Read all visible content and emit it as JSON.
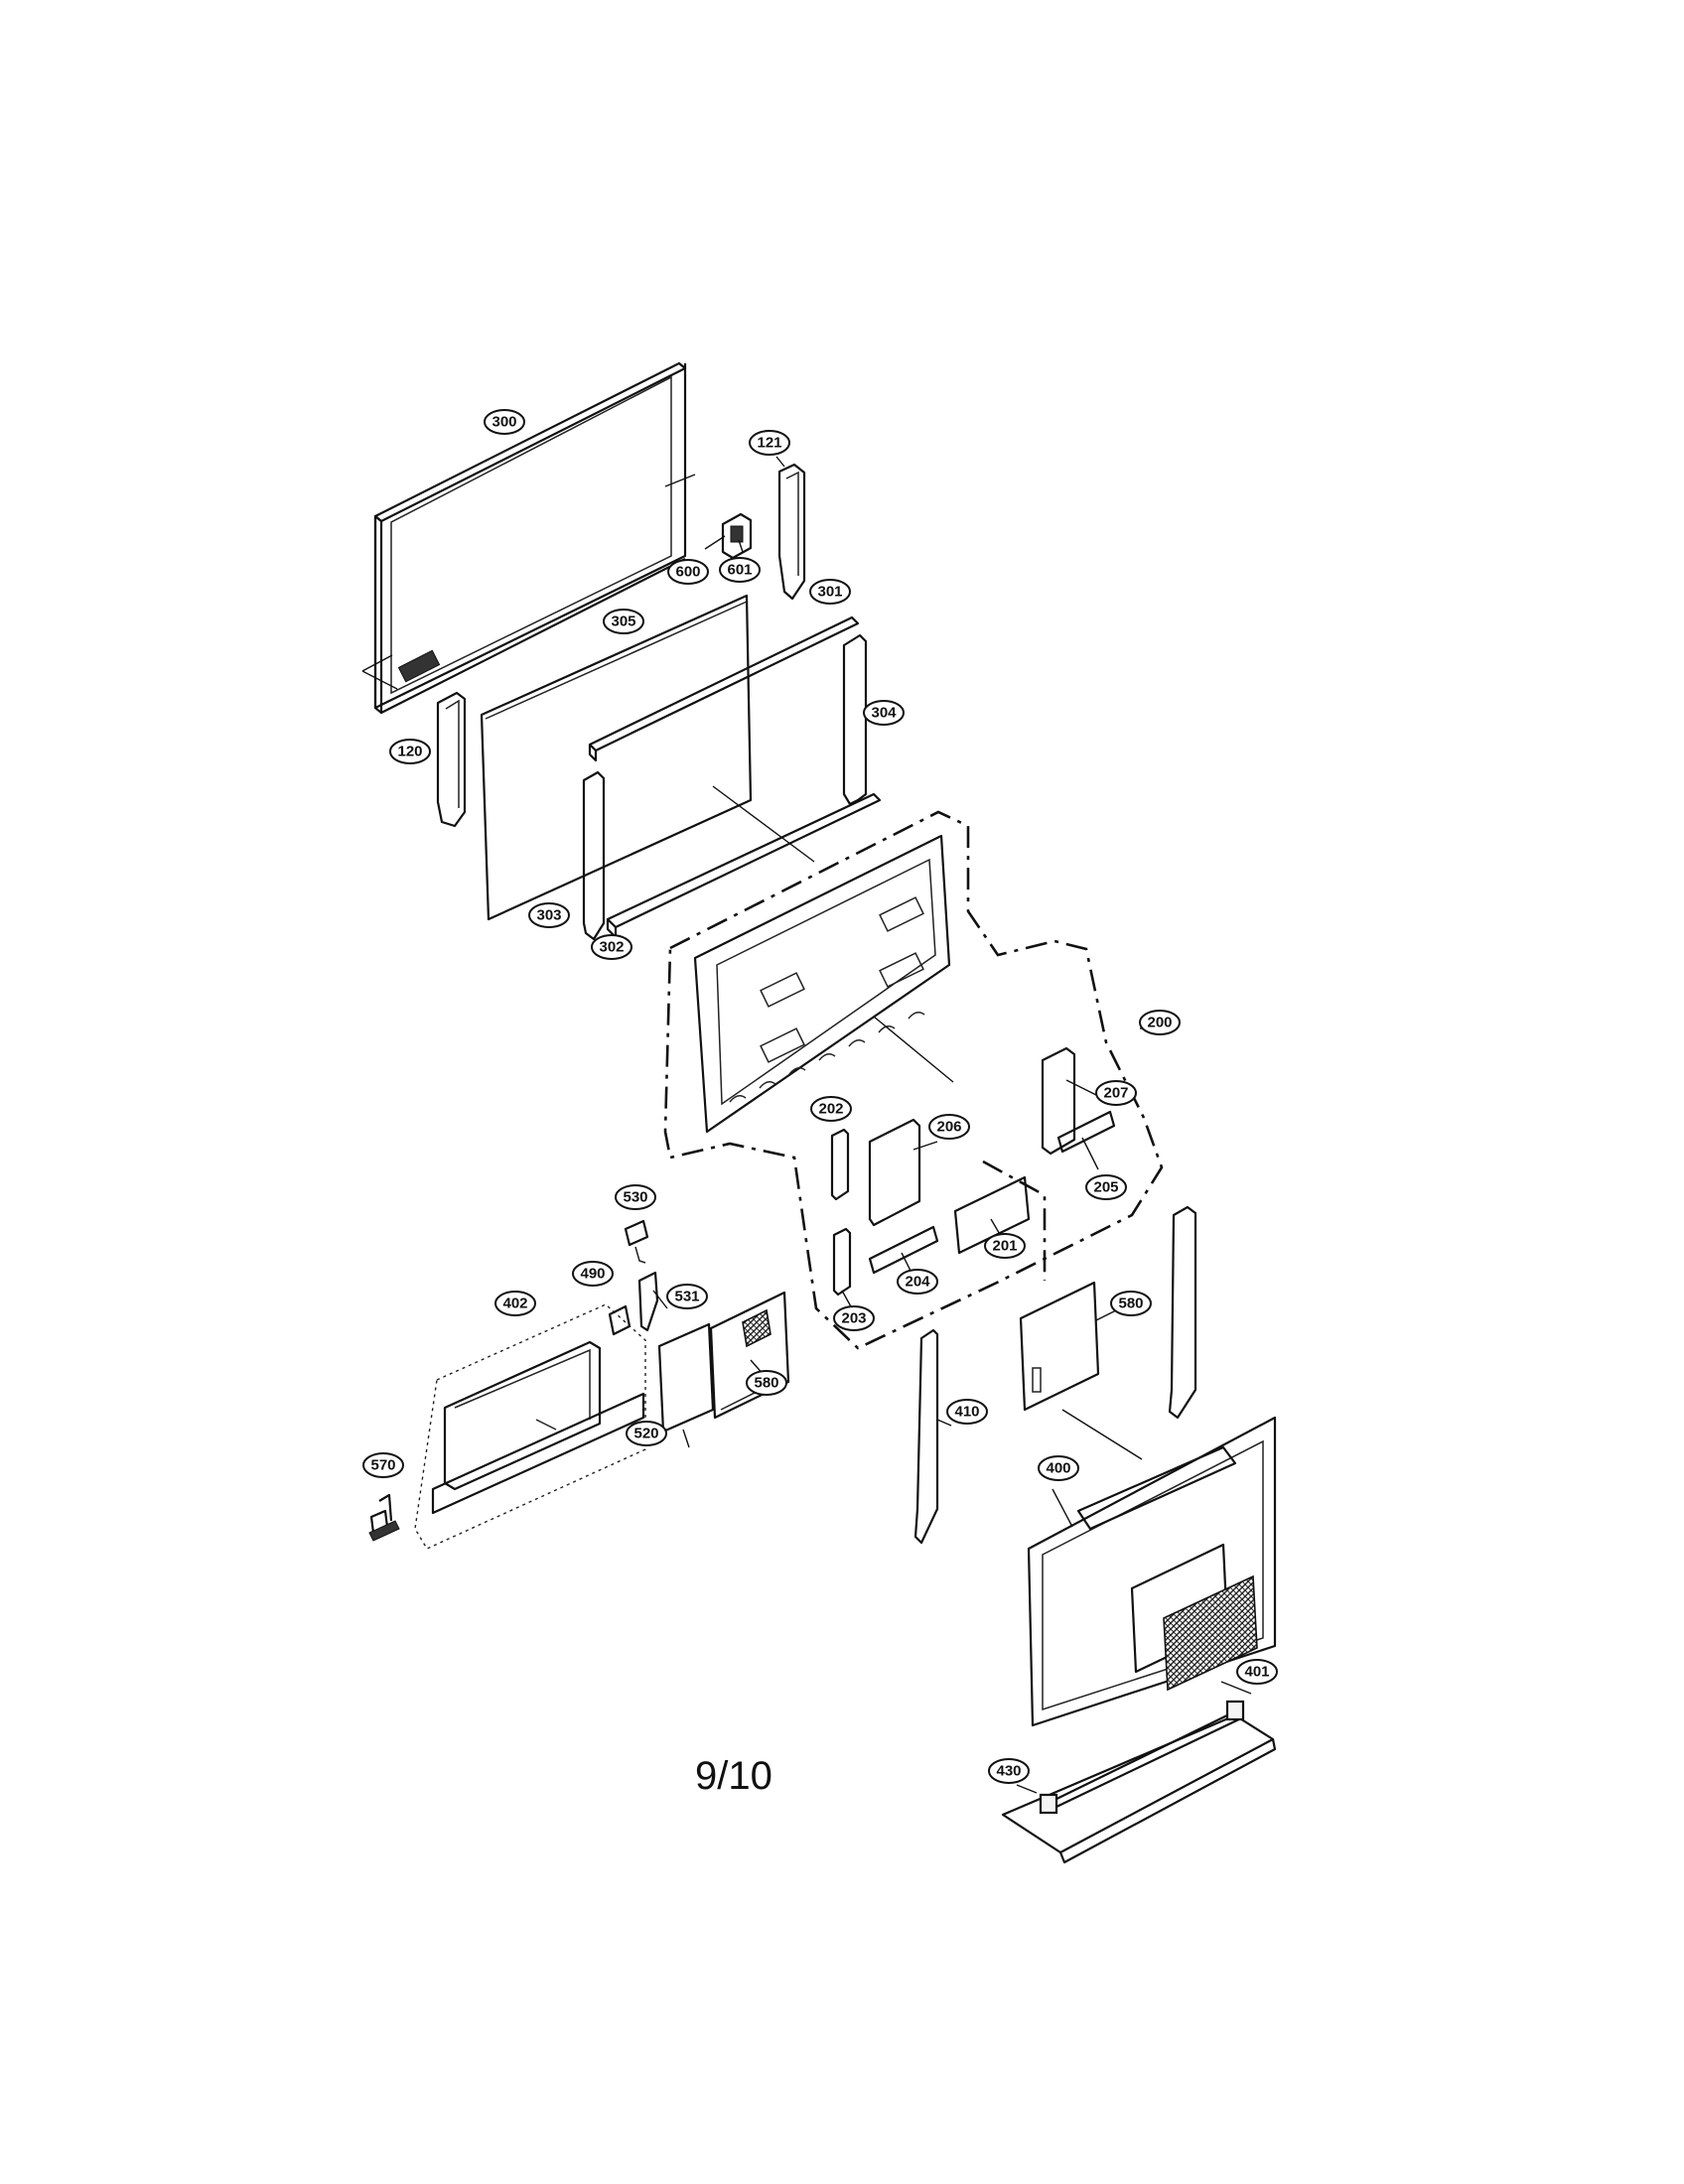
{
  "diagram": {
    "page_number": "9/10",
    "callouts": {
      "c300": "300",
      "c121": "121",
      "c600": "600",
      "c601": "601",
      "c301": "301",
      "c305": "305",
      "c304": "304",
      "c120": "120",
      "c303": "303",
      "c302": "302",
      "c200": "200",
      "c202": "202",
      "c206": "206",
      "c207": "207",
      "c205": "205",
      "c201": "201",
      "c204": "204",
      "c203": "203",
      "c530": "530",
      "c490": "490",
      "c531": "531",
      "c402": "402",
      "c580a": "580",
      "c580b": "580",
      "c520": "520",
      "c410": "410",
      "c570": "570",
      "c400": "400",
      "c401": "401",
      "c430": "430"
    }
  }
}
